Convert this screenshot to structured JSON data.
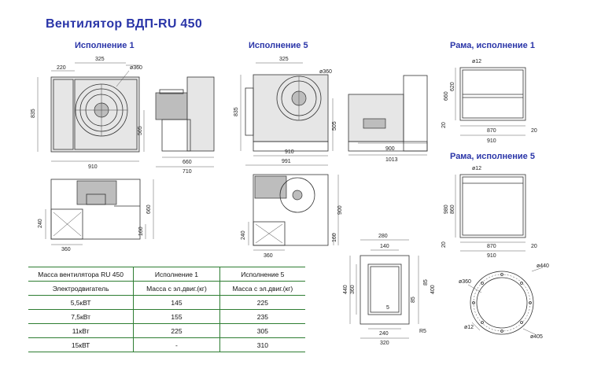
{
  "title": "Вентилятор ВДП-RU 450",
  "subtitles": {
    "isp1": "Исполнение 1",
    "isp5": "Исполнение 5",
    "rama1": "Рама, исполнение 1",
    "rama5": "Рама, исполнение 5"
  },
  "dims": {
    "d220": "220",
    "d325a": "325",
    "d360a": "ø360",
    "d835a": "835",
    "d505a": "505",
    "d910a": "910",
    "d660a": "660",
    "d710": "710",
    "d325b": "325",
    "d360b": "ø360",
    "d835b": "835",
    "d505b": "505",
    "d910b": "910",
    "d991": "991",
    "d900a": "900",
    "d1013": "1013",
    "r1_12": "ø12",
    "r1_660": "660",
    "r1_620": "620",
    "r1_20a": "20",
    "r1_870": "870",
    "r1_20b": "20",
    "r1_910": "910",
    "r5_12": "ø12",
    "r5_980": "980",
    "r5_860": "860",
    "r5_20a": "20",
    "r5_870": "870",
    "r5_20b": "20",
    "r5_910": "910",
    "p1_240": "240",
    "p1_360": "360",
    "p1_660": "660",
    "p1_160": "160",
    "p5_240": "240",
    "p5_360": "360",
    "p5_900": "900",
    "p5_160": "160",
    "f_280": "280",
    "f_140": "140",
    "f_360": "360",
    "f_440": "440",
    "f_85a": "85",
    "f_85b": "85",
    "f_400": "400",
    "f_5": "5",
    "f_240": "240",
    "f_320": "320",
    "f_r5": "R5",
    "c_360": "ø360",
    "c_440": "ø440",
    "c_12": "ø12",
    "c_405": "ø405"
  },
  "table": {
    "header": [
      "Масса вентилятора RU 450",
      "Исполнение 1",
      "Исполнение 5"
    ],
    "header2": [
      "Электродвигатель",
      "Масса с эл.двиг.(кг)",
      "Масса с эл.двиг.(кг)"
    ],
    "rows": [
      [
        "5,5кВТ",
        "145",
        "225"
      ],
      [
        "7,5кВт",
        "155",
        "235"
      ],
      [
        "11кВт",
        "225",
        "305"
      ],
      [
        "15кВТ",
        "-",
        "310"
      ]
    ]
  },
  "colors": {
    "title": "#2a35a8",
    "table_rule": "#2e7d32"
  }
}
